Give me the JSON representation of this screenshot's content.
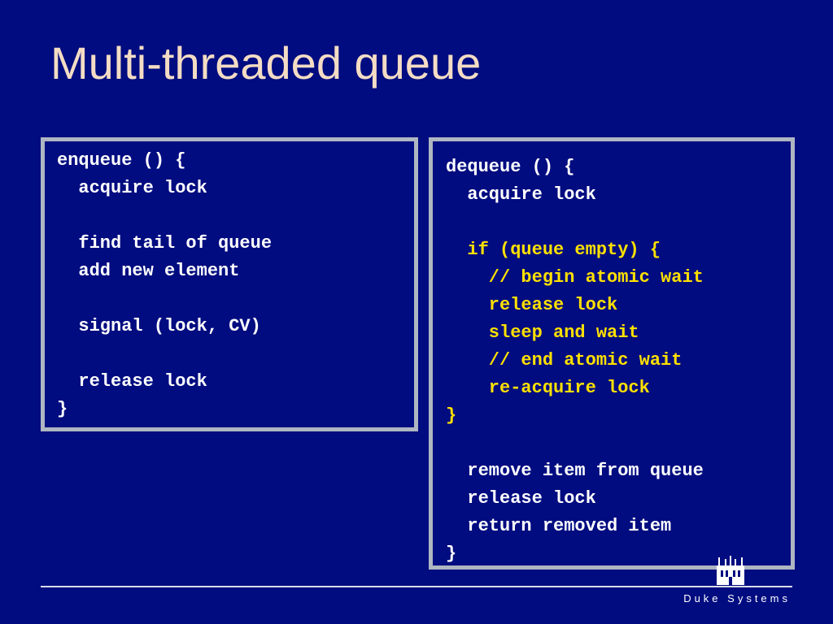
{
  "slide": {
    "title": "Multi-threaded queue",
    "enqueue": {
      "lines": [
        "enqueue () {",
        "  acquire lock",
        "",
        "  find tail of queue",
        "  add new element",
        "",
        "  signal (lock, CV)",
        "",
        "  release lock",
        "}"
      ]
    },
    "dequeue": {
      "lines": [
        "dequeue () {",
        "  acquire lock",
        "",
        "  if (queue empty) {",
        "    // begin atomic wait",
        "    release lock",
        "    sleep and wait",
        "    // end atomic wait",
        "    re-acquire lock",
        "}",
        "",
        "  remove item from queue",
        "  release lock",
        "  return removed item",
        "}"
      ]
    },
    "footer": "Duke Systems"
  },
  "colors": {
    "background": "#000c80",
    "title": "#f4dcc4",
    "code": "#ffffff",
    "highlight": "#ffe000",
    "box_border": "#aeb6c2"
  },
  "icons": {
    "logo": "duke-chapel-logo-icon"
  }
}
